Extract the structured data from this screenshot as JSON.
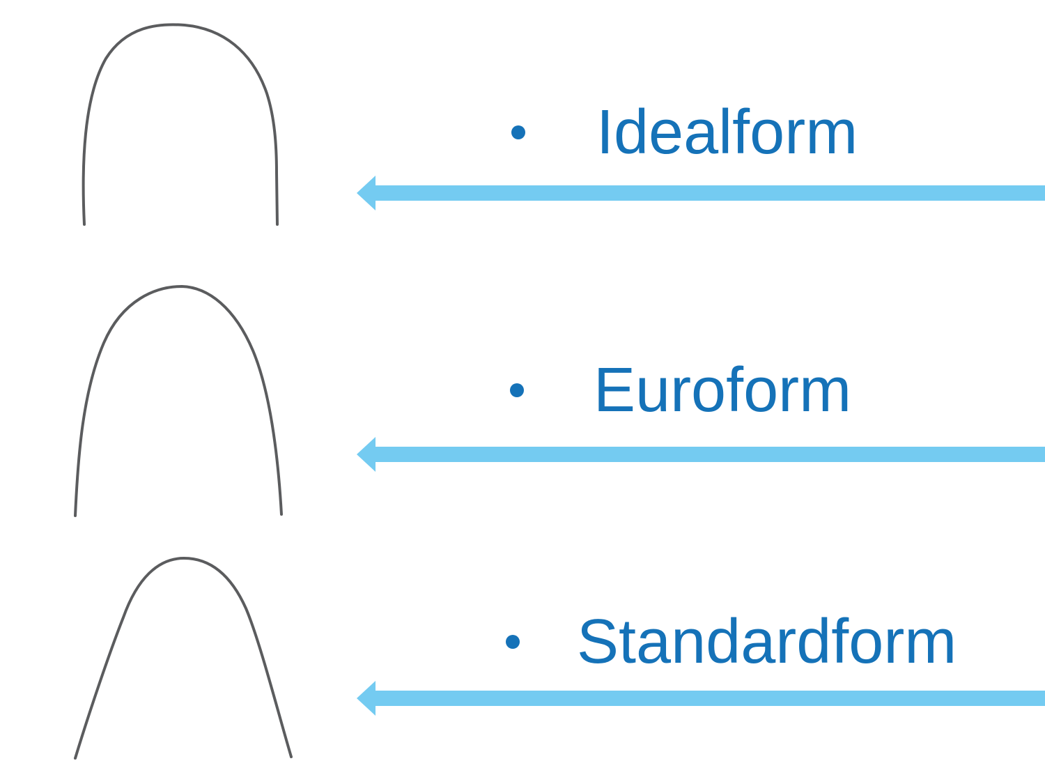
{
  "slide": {
    "rows": [
      {
        "label": "Idealform",
        "bullet_icon": "dot-bullet-icon",
        "wire_icon": "idealform-archwire-curve",
        "arrow_icon": "left-arrow-icon"
      },
      {
        "label": "Euroform",
        "bullet_icon": "dot-bullet-icon",
        "wire_icon": "euroform-archwire-curve",
        "arrow_icon": "left-arrow-icon"
      },
      {
        "label": "Standardform",
        "bullet_icon": "dot-bullet-icon",
        "wire_icon": "standardform-archwire-curve",
        "arrow_icon": "left-arrow-icon"
      }
    ],
    "colors": {
      "label_text": "#1572b8",
      "bullet": "#1572b8",
      "arrow": "#74cbf1",
      "wire": "#5b5c5e",
      "background": "#ffffff"
    }
  }
}
